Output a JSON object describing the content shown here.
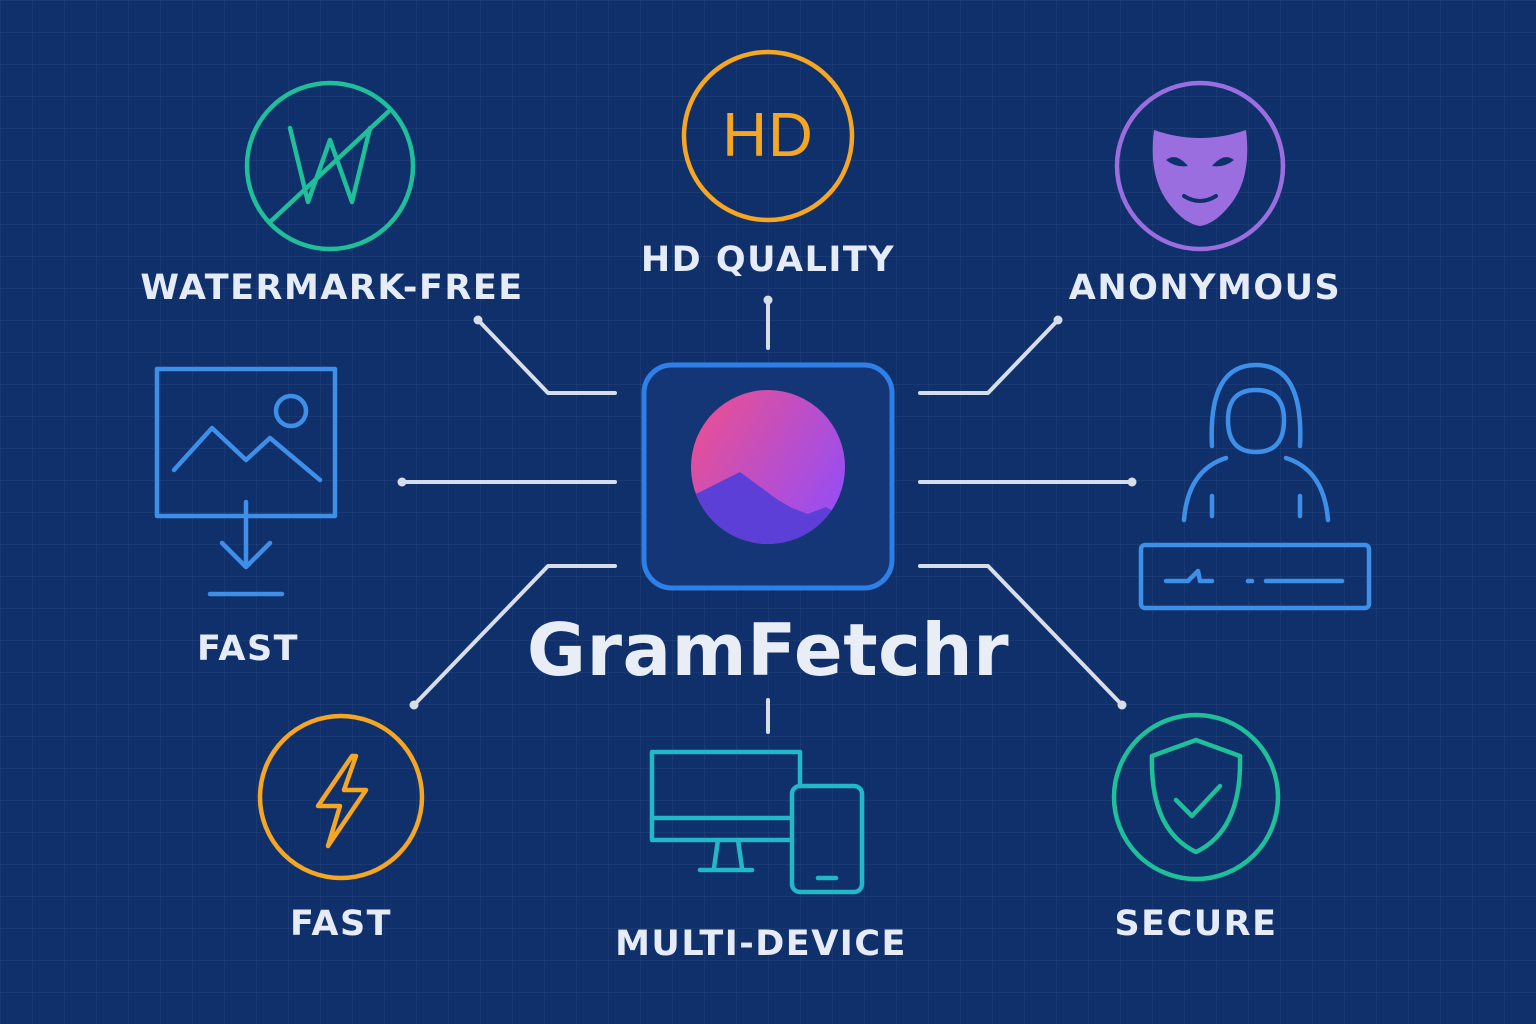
{
  "brand": {
    "name": "GramFetchr",
    "icon": "landscape-app-icon"
  },
  "features": [
    {
      "label": "WATERMARK-FREE",
      "icon": "no-watermark-icon",
      "color": "#1fbf9a"
    },
    {
      "label": "HD QUALITY",
      "icon": "hd-icon",
      "icon_text": "HD",
      "color": "#f5a623"
    },
    {
      "label": "ANONYMOUS",
      "icon": "mask-icon",
      "color": "#9b6ee0"
    },
    {
      "label": "FAST",
      "icon": "image-download-icon",
      "color": "#3d8fe8"
    },
    {
      "label": "FAST",
      "icon": "lightning-icon",
      "color": "#f5a623"
    },
    {
      "label": "MULTI-DEVICE",
      "icon": "devices-icon",
      "color": "#22b8c8"
    },
    {
      "label": "SECURE",
      "icon": "shield-check-icon",
      "color": "#1fbf9a"
    },
    {
      "label": "",
      "icon": "hooded-user-icon",
      "color": "#3d8fe8"
    }
  ],
  "colors": {
    "background": "#10306c",
    "connector": "#d8dee9",
    "app_frame": "#2f7fe8",
    "gradient_start": "#f0508a",
    "gradient_end": "#9b4df0"
  }
}
